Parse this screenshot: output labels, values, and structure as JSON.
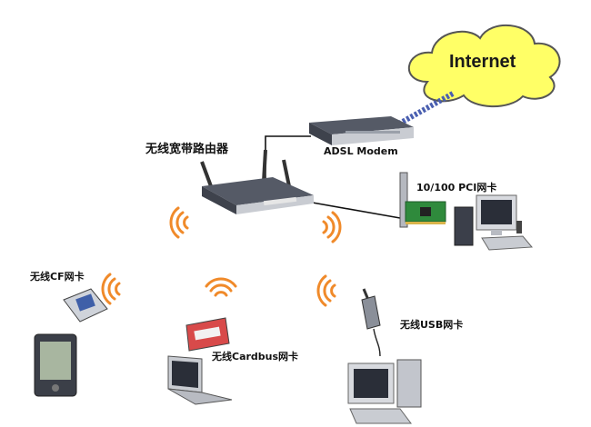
{
  "labels": {
    "internet": "Internet",
    "adsl_modem": "ADSL Modem",
    "wireless_router": "无线宽带路由器",
    "pci_card": "10/100 PCI网卡",
    "cf_card": "无线CF网卡",
    "cardbus_card": "无线Cardbus网卡",
    "usb_card": "无线USB网卡"
  },
  "colors": {
    "cloud_fill": "#ffff66",
    "cloud_stroke": "#555555",
    "uplink": "#4a5fb0",
    "cable": "#111111",
    "signal": "#f08a2a",
    "device_dark": "#555a66",
    "device_light": "#c9ccd2"
  }
}
